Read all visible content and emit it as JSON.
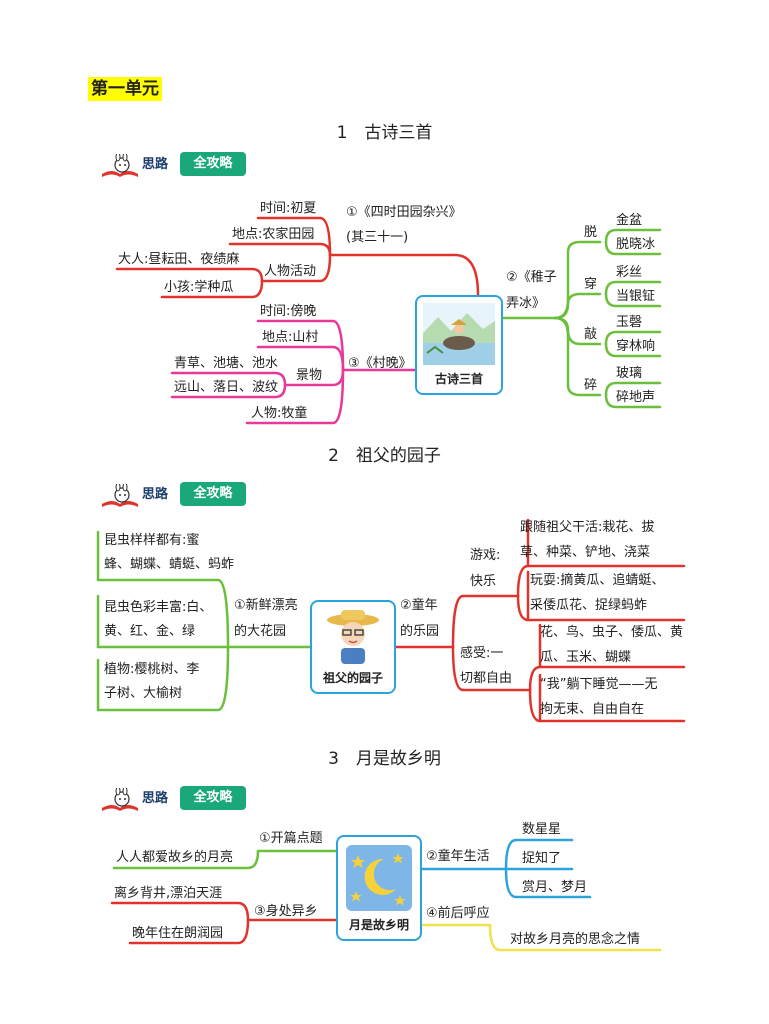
{
  "unit_label": "第一单元",
  "lesson1": {
    "title": "1　古诗三首",
    "badge": {
      "a": "思路",
      "b": "全攻略"
    },
    "center": "古诗三首",
    "poem1": {
      "title": "①《四时田园杂兴》",
      "sub": "(其三十一)",
      "time": "时间:初夏",
      "place": "地点:农家田园",
      "activity": "人物活动",
      "adult": "大人:昼耘田、夜绩麻",
      "child": "小孩:学种瓜"
    },
    "poem3": {
      "title": "③《村晚》",
      "time": "时间:傍晚",
      "place": "地点:山村",
      "scene": "景物",
      "s1": "青草、池塘、池水",
      "s2": "远山、落日、波纹",
      "person": "人物:牧童"
    },
    "poem2": {
      "title": "②《稚子弄冰》",
      "t1": "②《稚子",
      "t2": "弄冰》",
      "verbs": [
        {
          "v": "脱",
          "a": "金盆",
          "b": "脱晓冰"
        },
        {
          "v": "穿",
          "a": "彩丝",
          "b": "当银钲"
        },
        {
          "v": "敲",
          "a": "玉磬",
          "b": "穿林响"
        },
        {
          "v": "碎",
          "a": "玻璃",
          "b": "碎地声"
        }
      ]
    }
  },
  "lesson2": {
    "title": "2　祖父的园子",
    "badge": {
      "a": "思路",
      "b": "全攻略"
    },
    "center": "祖父的园子",
    "left_branch": {
      "t1": "①新鲜漂亮",
      "t2": "的大花园",
      "i1a": "昆虫样样都有:蜜",
      "i1b": "蜂、蝴蝶、蜻蜓、蚂蚱",
      "i2a": "昆虫色彩丰富:白、",
      "i2b": "黄、红、金、绿",
      "i3a": "植物:樱桃树、李",
      "i3b": "子树、大榆树"
    },
    "right_branch": {
      "t1": "②童年",
      "t2": "的乐园",
      "g1a": "游戏:",
      "g1b": "快乐",
      "g1i1a": "跟随祖父干活:栽花、拔",
      "g1i1b": "草、种菜、铲地、浇菜",
      "g1i2a": "玩耍:摘黄瓜、追蜻蜓、",
      "g1i2b": "采倭瓜花、捉绿蚂蚱",
      "g2a": "感受:一",
      "g2b": "切都自由",
      "g2i1a": "花、鸟、虫子、倭瓜、黄",
      "g2i1b": "瓜、玉米、蝴蝶",
      "g2i2a": "“我”躺下睡觉——无",
      "g2i2b": "拘无束、自由自在"
    }
  },
  "lesson3": {
    "title": "3　月是故乡明",
    "badge": {
      "a": "思路",
      "b": "全攻略"
    },
    "center": "月是故乡明",
    "b1": "①开篇点题",
    "b1i": "人人都爱故乡的月亮",
    "b2": "②童年生活",
    "b2i": [
      "数星星",
      "捉知了",
      "赏月、梦月"
    ],
    "b3": "③身处异乡",
    "b3i": [
      "离乡背井,漂泊天涯",
      "晚年住在朗润园"
    ],
    "b4": "④前后呼应",
    "b4i": "对故乡月亮的思念之情"
  },
  "colors": {
    "red": "#e0332c",
    "pink": "#e8389a",
    "green": "#6cbf3c",
    "blue": "#2ba3dc",
    "yellow": "#f0e24a",
    "badge": "#1aa77a"
  },
  "icons": [
    "book-rabbit-icon",
    "farmer-buffalo-icon",
    "boy-hat-icon",
    "moon-stars-icon"
  ]
}
